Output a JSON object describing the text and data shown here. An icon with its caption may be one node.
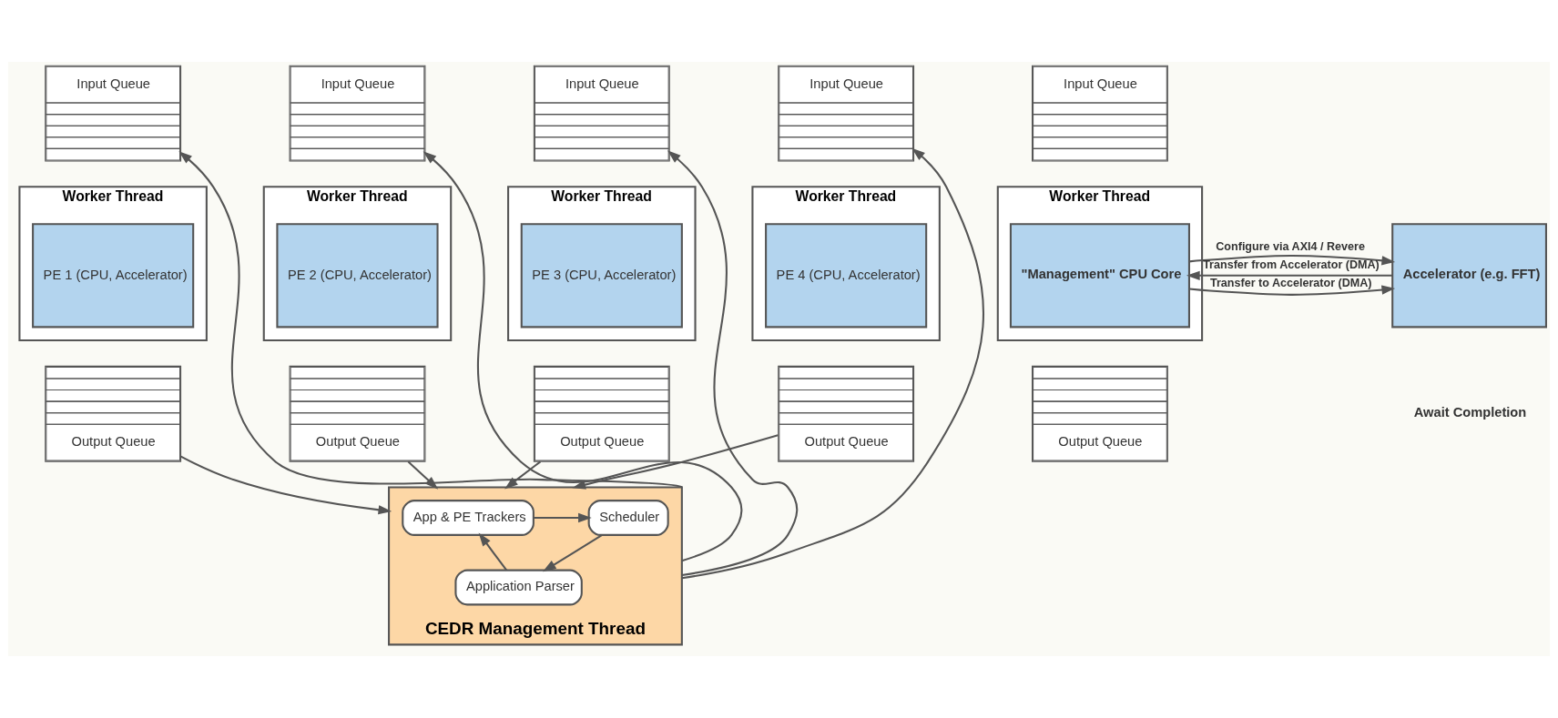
{
  "diagram": {
    "nodes": [
      {
        "text": [
          "Input Queue"
        ]
      },
      {
        "text": [
          "Input Queue"
        ]
      },
      {
        "text": [
          "Input Queue"
        ]
      },
      {
        "text": [
          "Input Queue"
        ]
      },
      {
        "text": [
          "Worker Thread"
        ]
      },
      {
        "text": [
          "PE 1 (CPU, Accelerator)"
        ],
        "in": 4
      },
      {
        "text": [
          "Worker Thread"
        ]
      },
      {
        "text": [
          "PE 2 (CPU, Accelerator)"
        ],
        "in": 6
      },
      {
        "text": [
          "Worker Thread"
        ]
      },
      {
        "text": [
          "PE 3 (CPU, Accelerator)"
        ],
        "in": 8
      },
      {
        "text": [
          "Worker Thread"
        ]
      },
      {
        "text": [
          "PE 4 (CPU, Accelerator)"
        ],
        "in": 10
      },
      {
        "text": [
          "Output Queue"
        ]
      },
      {
        "text": [
          "Output Queue"
        ]
      },
      {
        "text": [
          "Output Queue"
        ]
      },
      {
        "text": [
          "Output Queue"
        ]
      },
      {
        "text": [
          "CEDR Management Thread"
        ]
      },
      {
        "text": [
          "App & PE Trackers"
        ],
        "in": 16
      },
      {
        "text": [
          "Scheduler"
        ],
        "in": 16
      },
      {
        "text": [
          "Application Parser"
        ],
        "in": 16
      },
      {
        "text": [
          "Input Queue"
        ]
      },
      {
        "text": [
          "Worker Thread"
        ]
      },
      {
        "text": [
          "\"Management\" CPU Core"
        ],
        "in": 21
      },
      {
        "text": [
          "Accelerator (e.g. FFT)"
        ]
      },
      {
        "text": [
          "Output Queue"
        ]
      }
    ],
    "edges": [
      {
        "from": 12,
        "to": 16,
        "arrow": "to"
      },
      {
        "from": 13,
        "to": 16,
        "arrow": "to"
      },
      {
        "from": 14,
        "to": 16,
        "arrow": "to"
      },
      {
        "from": 15,
        "to": 16,
        "arrow": "to"
      },
      {
        "from": 16,
        "to": 0,
        "arrow": "to"
      },
      {
        "from": 16,
        "to": 1,
        "arrow": "to"
      },
      {
        "from": 16,
        "to": 2,
        "arrow": "to"
      },
      {
        "from": 16,
        "to": 3,
        "arrow": "to"
      },
      {
        "from": 17,
        "to": 18,
        "arrow": "to"
      },
      {
        "from": 18,
        "to": 19,
        "arrow": "to"
      },
      {
        "from": 19,
        "to": 17,
        "arrow": "to"
      },
      {
        "from": 22,
        "to": 23,
        "arrow": "to",
        "label": "Configure via AXI4 / Revere"
      },
      {
        "from": 22,
        "to": 23,
        "arrow": "to",
        "label": "Transfer to Accelerator (DMA)"
      },
      {
        "from": 23,
        "to": 22,
        "arrow": "to",
        "label": "Transfer from Accelerator (DMA)"
      }
    ],
    "labels": [
      "Await Completion"
    ]
  }
}
